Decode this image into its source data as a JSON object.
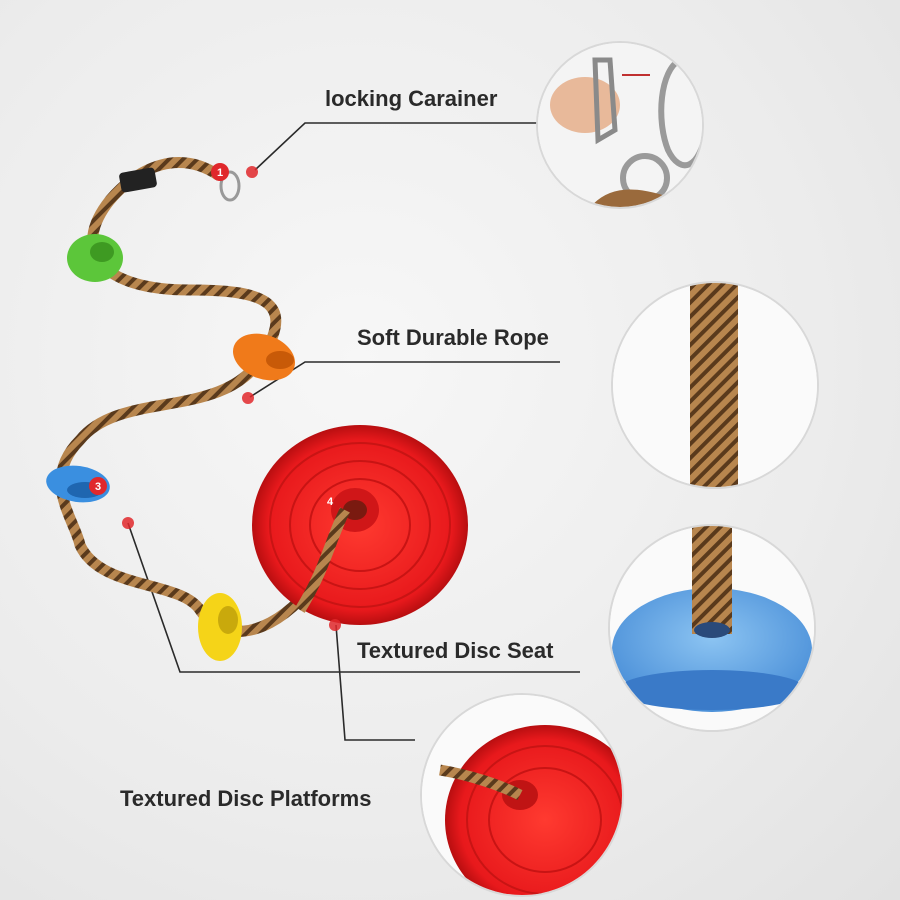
{
  "labels": {
    "carabiner": "locking Carainer",
    "rope": "Soft Durable Rope",
    "seat": "Textured Disc Seat",
    "platforms": "Textured Disc Platforms"
  },
  "markers": [
    "1",
    "3",
    "4"
  ],
  "colors": {
    "rope_dark": "#5a3a1c",
    "rope_light": "#b8864e",
    "disc_green": "#5cc63a",
    "disc_orange": "#f07a1a",
    "disc_blue": "#3a8fe0",
    "disc_yellow": "#f5d418",
    "seat_red": "#e8191c",
    "seat_blue": "#6aaee8",
    "marker_red": "#e0282c"
  }
}
